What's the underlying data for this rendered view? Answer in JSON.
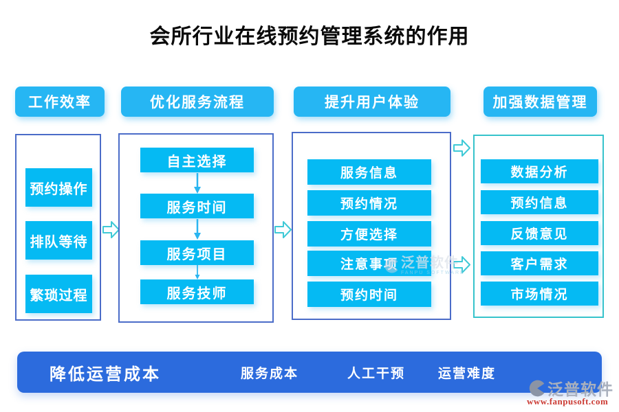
{
  "title": "会所行业在线预约管理系统的作用",
  "columns": [
    {
      "header": "工作效率",
      "items": [
        "预约操作",
        "排队等待",
        "繁琐过程"
      ]
    },
    {
      "header": "优化服务流程",
      "items": [
        "自主选择",
        "服务时间",
        "服务项目",
        "服务技师"
      ]
    },
    {
      "header": "提升用户体验",
      "items": [
        "服务信息",
        "预约情况",
        "方便选择",
        "注意事项",
        "预约时间"
      ]
    },
    {
      "header": "加强数据管理",
      "items": [
        "数据分析",
        "预约信息",
        "反馈意见",
        "客户需求",
        "市场情况"
      ]
    }
  ],
  "bottom_bar": {
    "primary": "降低运营成本",
    "items": [
      "服务成本",
      "人工干预",
      "运营难度"
    ]
  },
  "watermark": {
    "name": "泛普软件",
    "subtext": "FANPU SOFTWARE"
  },
  "brand": {
    "name": "泛普软件",
    "url": "www.fanpusoft.com"
  },
  "colors": {
    "item_cyan": "#05baf3",
    "header_cyan": "#26b6f3",
    "panel_border_blue": "#4b6cc8",
    "panel_border_teal": "#35c3cb",
    "bar_blue": "#2c6bdd",
    "arrow_teal": "#3ec9d6",
    "url_red": "#cc3b33"
  }
}
